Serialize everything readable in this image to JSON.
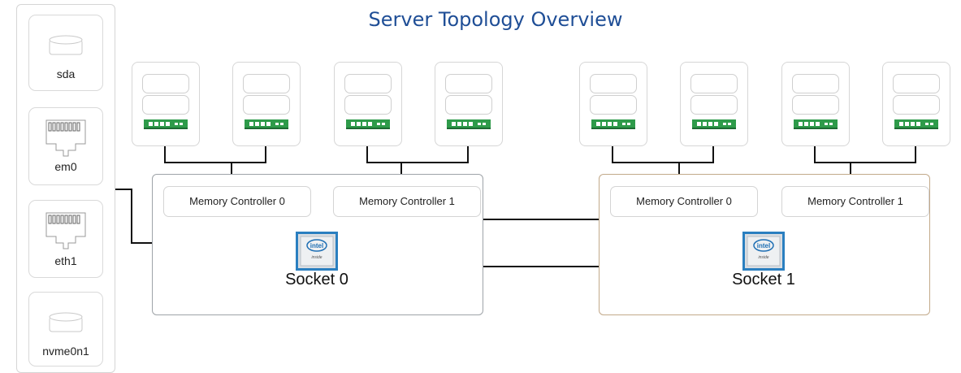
{
  "title": "Server Topology Overview",
  "devices": [
    {
      "type": "disk",
      "label": "sda",
      "icon": "disk-icon"
    },
    {
      "type": "nic",
      "label": "em0",
      "icon": "ethernet-port-icon"
    },
    {
      "type": "nic",
      "label": "eth1",
      "icon": "ethernet-port-icon"
    },
    {
      "type": "disk",
      "label": "nvme0n1",
      "icon": "disk-icon"
    }
  ],
  "sockets": [
    {
      "label": "Socket 0",
      "cpu_icon": "intel-inside-icon",
      "memory_controllers": [
        {
          "label": "Memory Controller 0"
        },
        {
          "label": "Memory Controller 1"
        }
      ]
    },
    {
      "label": "Socket 1",
      "cpu_icon": "intel-inside-icon",
      "memory_controllers": [
        {
          "label": "Memory Controller 0"
        },
        {
          "label": "Memory Controller 1"
        }
      ]
    }
  ],
  "cpu_logo": {
    "brand": "intel",
    "tagline": "inside"
  },
  "dimm_slots_count": 8,
  "colors": {
    "title": "#1f4e96",
    "socket0_border": "#9ea3a8",
    "socket1_border": "#c2a98a",
    "ram_green": "#2e9b4a",
    "wire": "#111111"
  }
}
